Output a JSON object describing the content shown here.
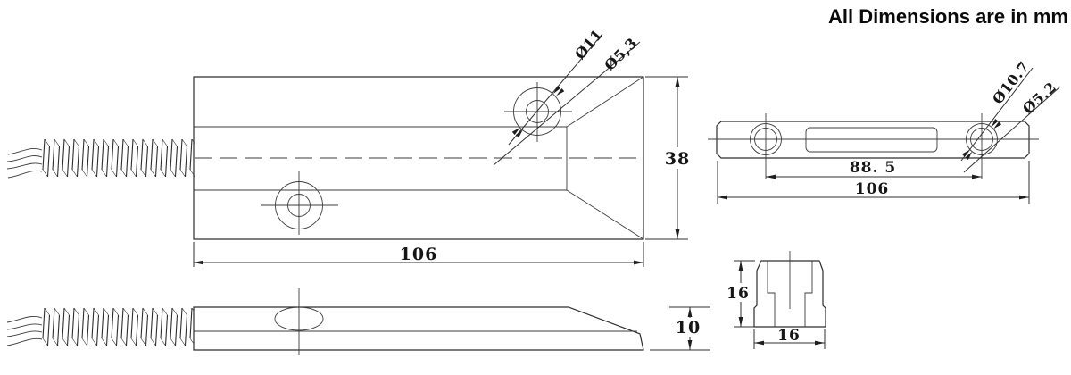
{
  "title": "All Dimensions are in mm",
  "drawing": {
    "switch_top_view": {
      "hole_outer_dia": "Ø11",
      "hole_inner_dia": "Ø5,3",
      "height": "38",
      "length": "106"
    },
    "switch_side_view": {
      "thickness": "10"
    },
    "magnet_top_view": {
      "hole_outer_dia": "Ø10.7",
      "hole_inner_dia": "Ø5.2",
      "hole_spacing": "88. 5",
      "length": "106"
    },
    "magnet_end_view": {
      "height": "16",
      "width": "16"
    }
  },
  "colors": {
    "line": "#2d2d2d",
    "background": "#ffffff"
  }
}
